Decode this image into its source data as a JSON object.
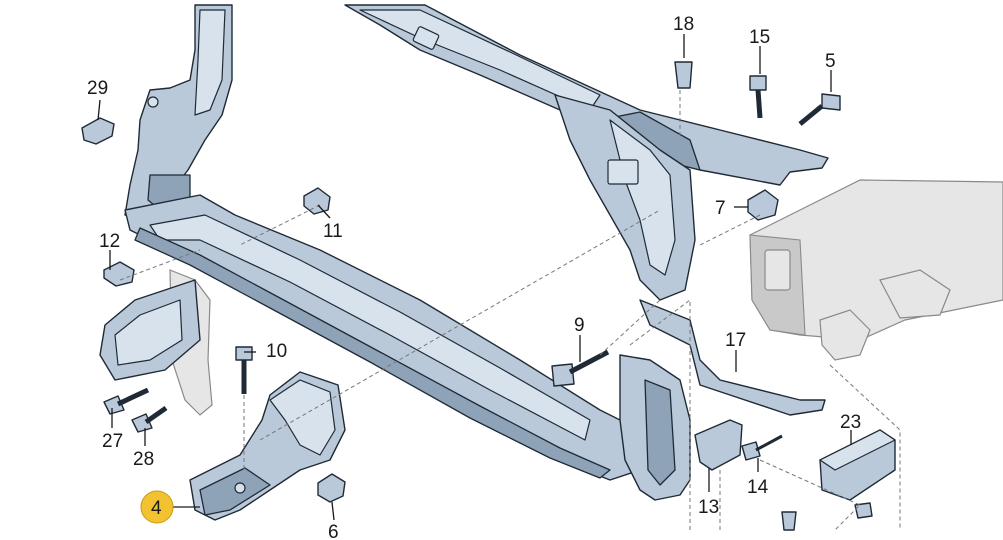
{
  "callouts": [
    {
      "id": "c29",
      "label": "29"
    },
    {
      "id": "c12",
      "label": "12"
    },
    {
      "id": "c11",
      "label": "11"
    },
    {
      "id": "c10",
      "label": "10"
    },
    {
      "id": "c27",
      "label": "27"
    },
    {
      "id": "c28",
      "label": "28"
    },
    {
      "id": "c4",
      "label": "4"
    },
    {
      "id": "c6",
      "label": "6"
    },
    {
      "id": "c18",
      "label": "18"
    },
    {
      "id": "c15",
      "label": "15"
    },
    {
      "id": "c5",
      "label": "5"
    },
    {
      "id": "c7",
      "label": "7"
    },
    {
      "id": "c9",
      "label": "9"
    },
    {
      "id": "c17",
      "label": "17"
    },
    {
      "id": "c13",
      "label": "13"
    },
    {
      "id": "c14",
      "label": "14"
    },
    {
      "id": "c23",
      "label": "23"
    }
  ],
  "colors": {
    "part_fill": "#b9c9d9",
    "part_outline": "#1f2a36",
    "ghost_fill": "#e6e6e6",
    "highlight": "#f2c230",
    "label_text": "#1a1a1a"
  },
  "highlighted_callout": "4"
}
